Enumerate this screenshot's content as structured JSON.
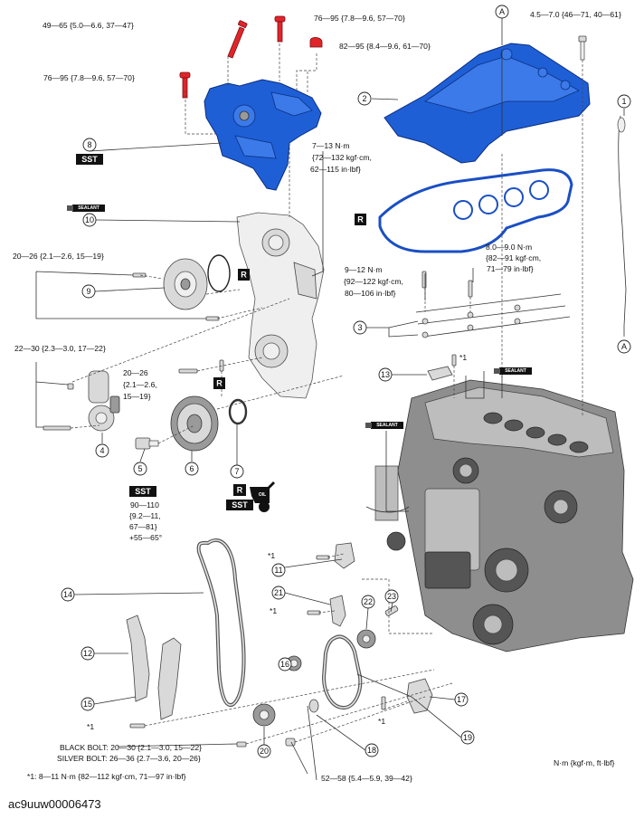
{
  "figure_id": "ac9uuw00006473",
  "unit_note": "N·m {kgf·m, ft·lbf}",
  "footnote": "*1: 8—11 N·m {82—112 kgf·cm, 71—97 in·lbf}",
  "torques": {
    "t_cover_bolt_a": "49—65 {5.0—6.6, 37—47}",
    "t_cover_bolt_b": "76—95 {7.8—9.6, 57—70}",
    "t_cover_bolt_c": "76—95 {7.8—9.6, 57—70}",
    "t_cover_bolt_d": "82—95 {8.4—9.6, 61—70}",
    "t_dipstick": "4.5—7.0 {46—71, 40—61}",
    "t_front_cover_line1": "7—13 N·m",
    "t_front_cover_line2": "{72—132 kgf·cm,",
    "t_front_cover_line3": "62—115 in·lbf}",
    "t_cam_cover_line1": "8.0—9.0 N·m",
    "t_cam_cover_line2": "{82—91 kgf·cm,",
    "t_cam_cover_line3": "71—79 in·lbf}",
    "t_plate_line1": "9—12 N·m",
    "t_plate_line2": "{92—122 kgf·cm,",
    "t_plate_line3": "80—106 in·lbf}",
    "t_water_pump": "20—26 {2.1—2.6, 15—19}",
    "t_tensioner": "22—30 {2.3—3.0, 17—22}",
    "t_idler_line1": "20—26",
    "t_idler_line2": "{2.1—2.6,",
    "t_idler_line3": "15—19}",
    "t_pulley_line1": "90—110",
    "t_pulley_line2": "{9.2—11,",
    "t_pulley_line3": "67—81}",
    "t_pulley_line4": "+55—65°",
    "t_black_bolt": "BLACK BOLT: 20—30 {2.1—3.0, 15—22}",
    "t_silver_bolt": "SILVER BOLT: 26—36 {2.7—3.6, 20—26}",
    "t_oil_pump_bolt": "52—58 {5.4—5.9, 39—42}"
  },
  "marks": {
    "star1": "*1",
    "sst": "SST",
    "replace": "R",
    "sealant": "SEALANT",
    "oil": "OIL",
    "ref_a": "A"
  },
  "callouts": [
    "1",
    "2",
    "3",
    "4",
    "5",
    "6",
    "7",
    "8",
    "9",
    "10",
    "11",
    "12",
    "13",
    "14",
    "15",
    "16",
    "17",
    "18",
    "19",
    "20",
    "21",
    "22",
    "23"
  ],
  "colors": {
    "blue_part": "#1f5fd6",
    "red_bolt": "#e0252a",
    "gasket": "#1a4fc4",
    "ink": "#111111"
  }
}
